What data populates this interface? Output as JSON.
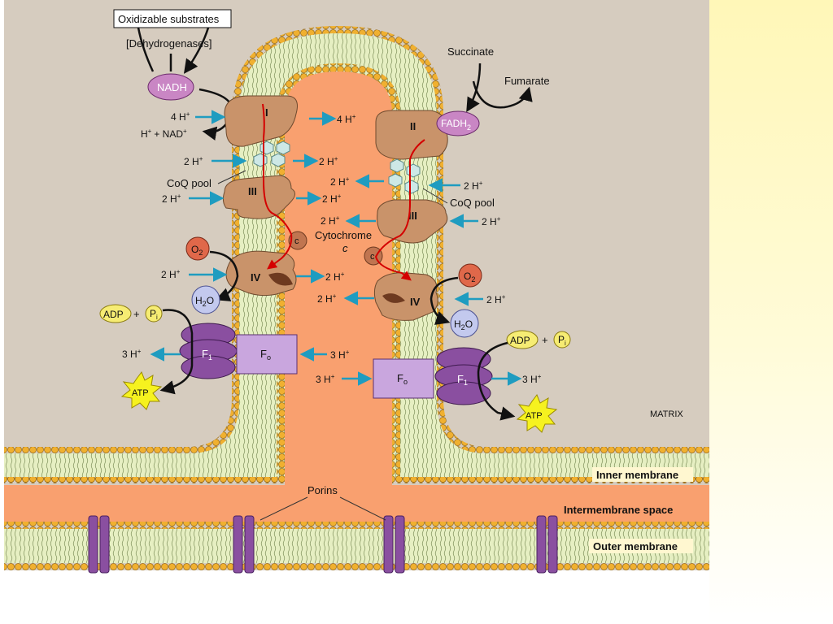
{
  "labels": {
    "oxidizable": "Oxidizable substrates",
    "dehydrogenases": "[Dehydrogenases]",
    "nadh": "NADH",
    "succinate": "Succinate",
    "fumarate": "Fumarate",
    "fadh2": "FADH",
    "fadh2_sub": "2",
    "nad_plus": "+ NAD",
    "coq_pool": "CoQ pool",
    "cytochrome": "Cytochrome",
    "cyt_c": "c",
    "o2": "O",
    "o2_sub": "2",
    "h2o_h": "H",
    "h2o_sub": "2",
    "h2o_o": "O",
    "adp": "ADP",
    "plus": "+",
    "pi": "P",
    "pi_sub": "i",
    "atp": "ATP",
    "f1": "F",
    "f1_sub": "1",
    "fo": "F",
    "fo_sub": "o",
    "matrix": "MATRIX",
    "inner_membrane": "Inner membrane",
    "intermembrane_space": "Intermembrane space",
    "outer_membrane": "Outer membrane",
    "porins": "Porins"
  },
  "complexes": {
    "I": "I",
    "II": "II",
    "III": "III",
    "IV": "IV"
  },
  "protons": {
    "h4": "4 H",
    "h3": "3 H",
    "h2": "2 H",
    "h": "H",
    "sup": "+"
  },
  "colors": {
    "background": "#d6ccbf",
    "intermembrane": "#f9a06f",
    "membrane_core": "#e6efc2",
    "lipid_head": "#f0b030",
    "protein": "#c9936a",
    "atp_synthase": "#8a4fa0",
    "fo_block": "#c9a6de",
    "h_arrow": "#1f9cc0",
    "electron_path": "#d40000",
    "nadh_ellipse": "#c986c4",
    "o2_circle": "#e0684a",
    "h2o_circle": "#c3c9ee",
    "adp_label": "#f6ec73",
    "atp_star": "#f6f21f",
    "side_panel": "#fff7b8"
  }
}
